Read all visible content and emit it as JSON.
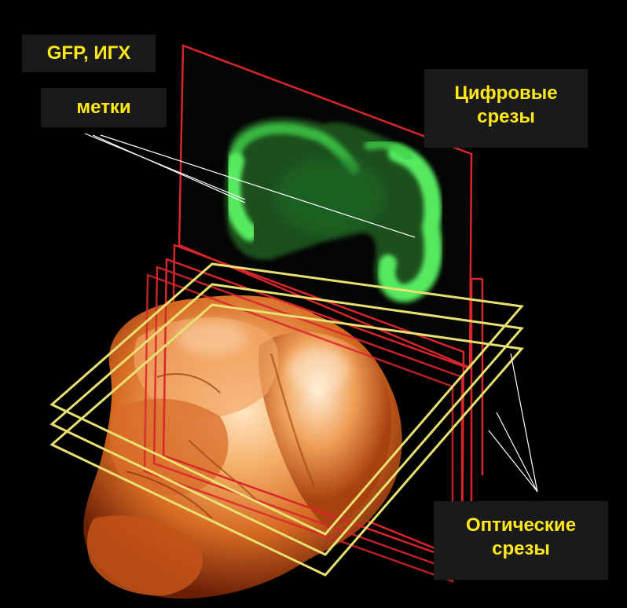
{
  "labels": {
    "gfp": "GFP, ИГХ",
    "marks": "метки",
    "digital_line1": "Цифровые",
    "digital_line2": "срезы",
    "optical_line1": "Оптические",
    "optical_line2": "срезы"
  },
  "colors": {
    "background": "#000000",
    "label_text": "#ffe81a",
    "label_box": "#1a1a1a",
    "digital_slice_frame": "#d8262b",
    "optical_slice_frame": "#e8e070",
    "gfp_signal": "#3fd24a",
    "brain_tissue": "#e08a3a",
    "pointer_line": "#ffffff"
  },
  "icons": {
    "brain": "brain-3d-render",
    "gfp_section": "gfp-coronal-section"
  }
}
